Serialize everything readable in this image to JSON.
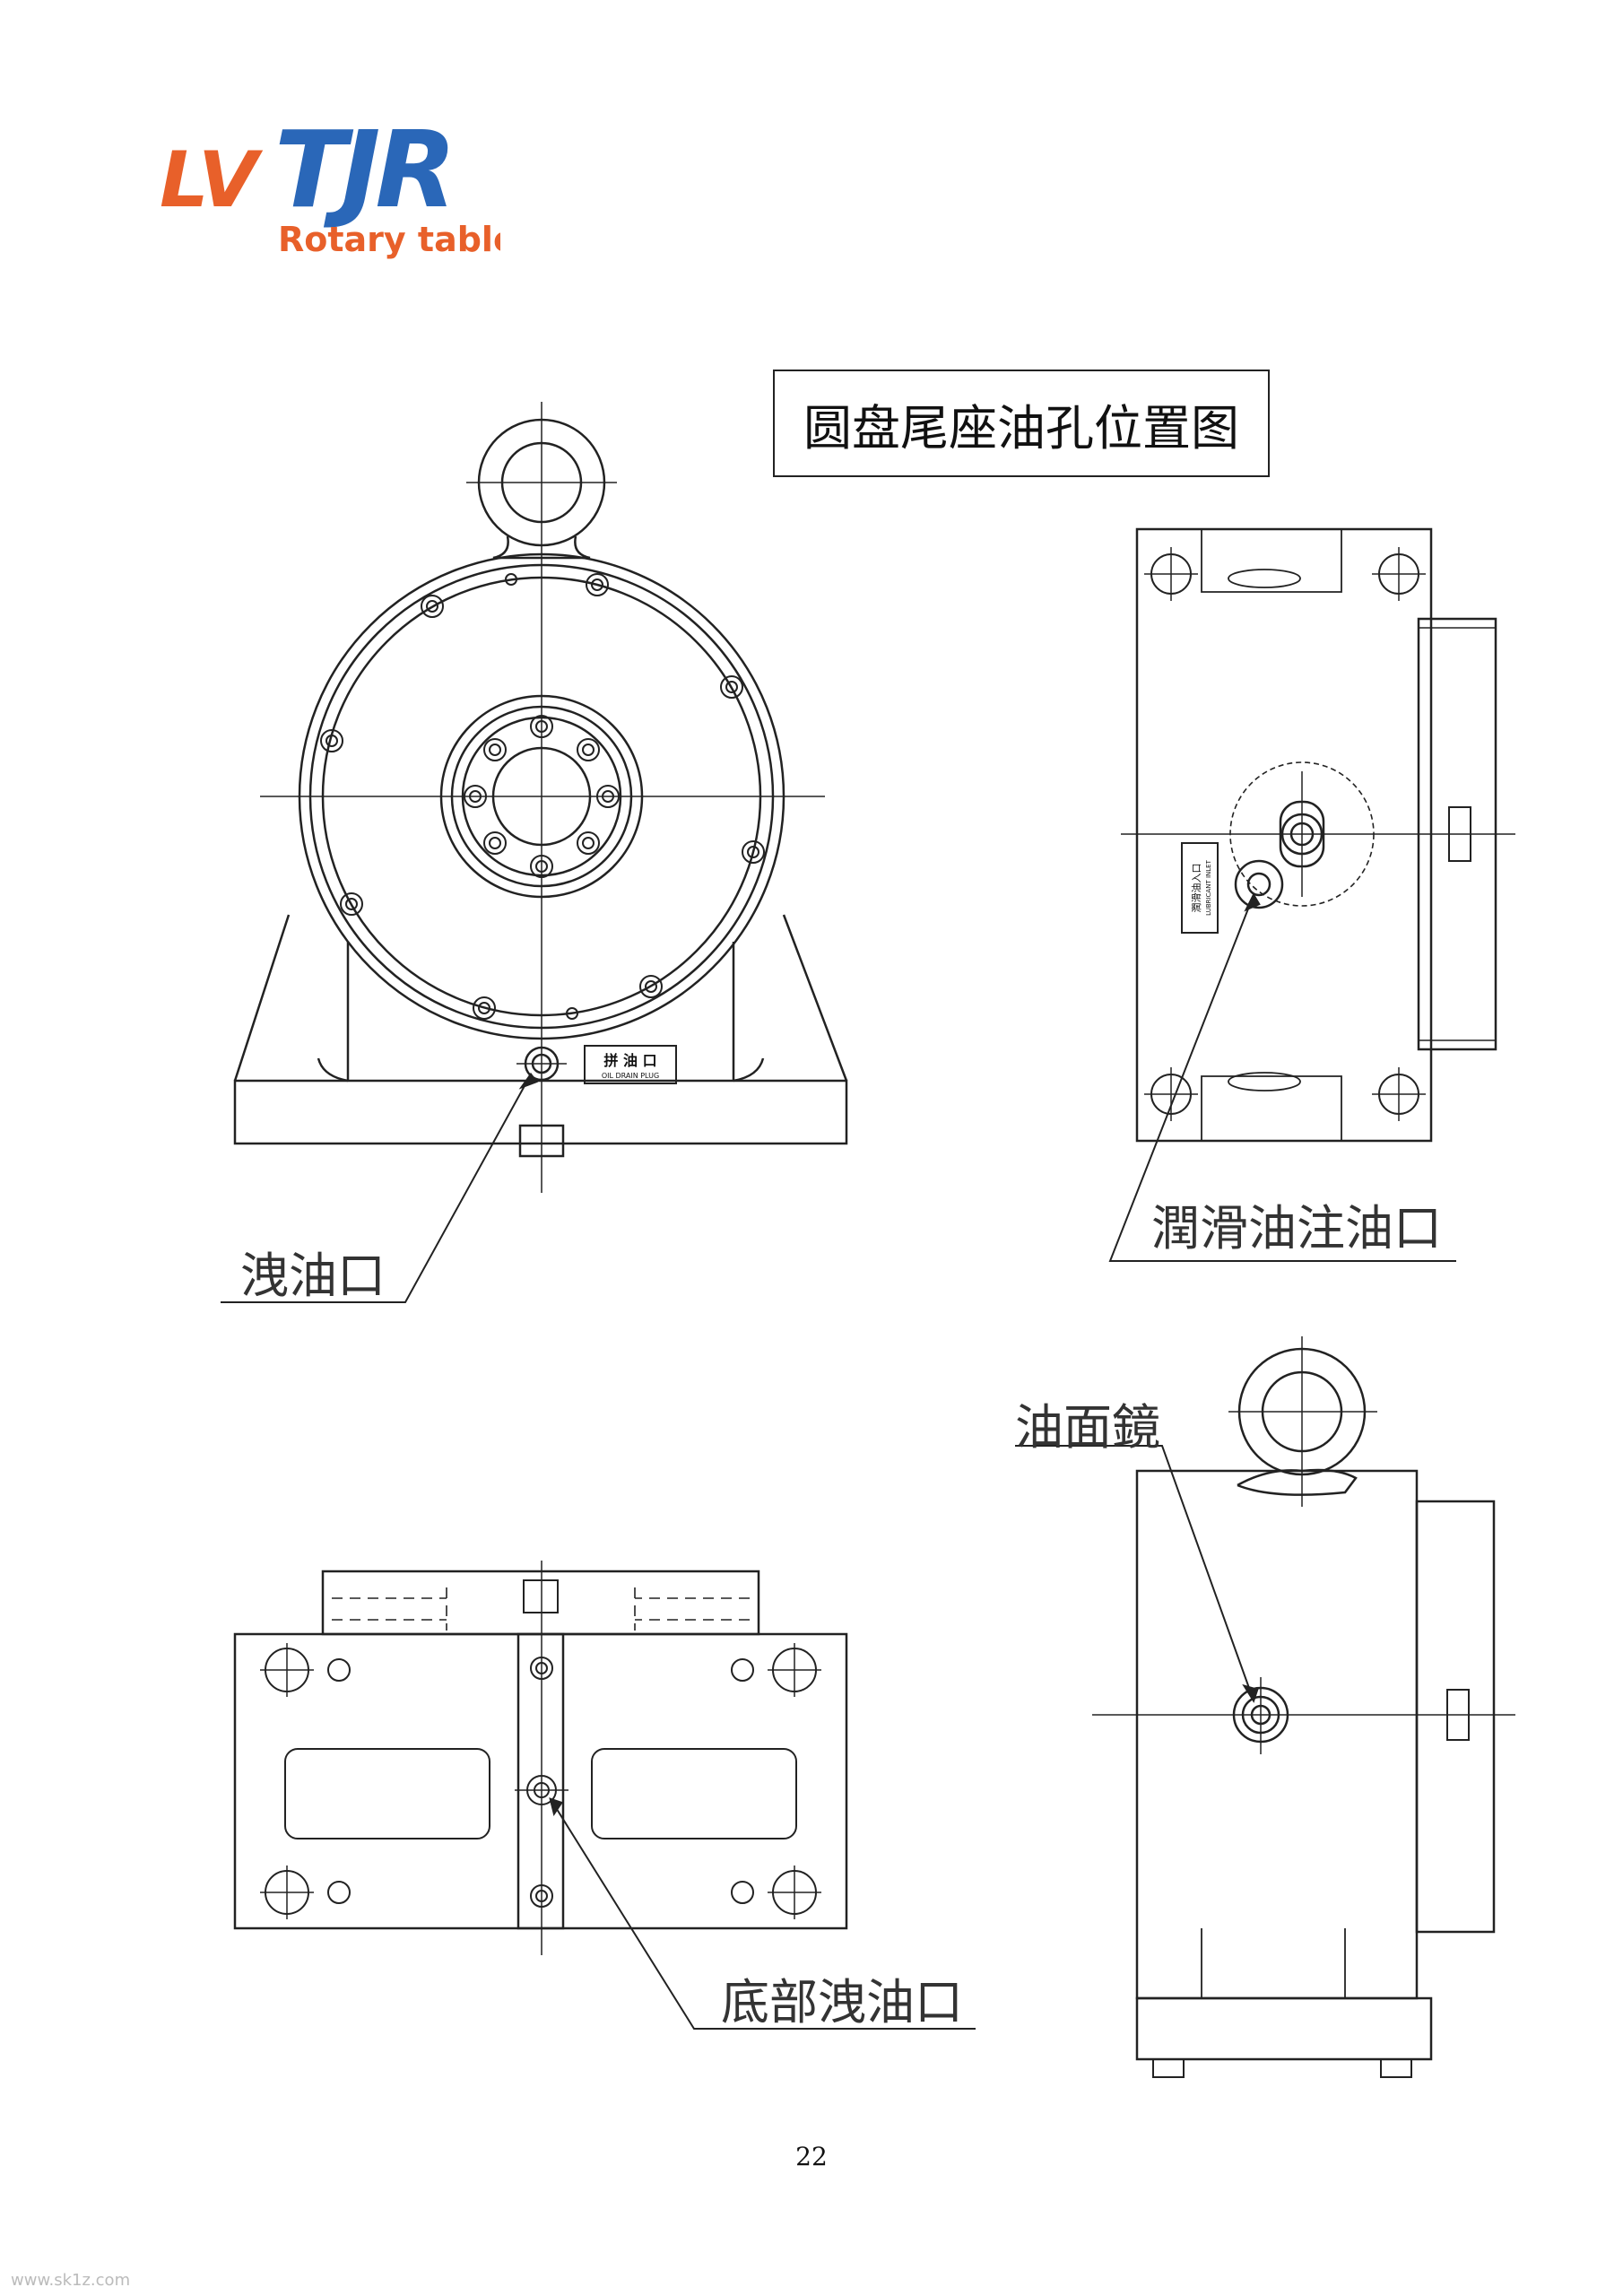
{
  "logo": {
    "brand_lv": "LV",
    "brand_tjr": "TJR",
    "tagline": "Rotary table",
    "colors": {
      "lv": "#e8602a",
      "tjr": "#2a67b8",
      "tagline": "#e8602a"
    }
  },
  "title": "圆盘尾座油孔位置图",
  "labels": {
    "drain": "洩油口",
    "fill": "潤滑油注油口",
    "sight": "油面鏡",
    "bottom_drain": "底部洩油口"
  },
  "plates": {
    "drain_cn": "拼 油 口",
    "drain_en": "OIL DRAIN PLUG",
    "fill_cn": "潤滑油入口",
    "fill_en": "LUBRICANT INLET"
  },
  "page_number": "22",
  "watermark": "www.sk1z.com"
}
